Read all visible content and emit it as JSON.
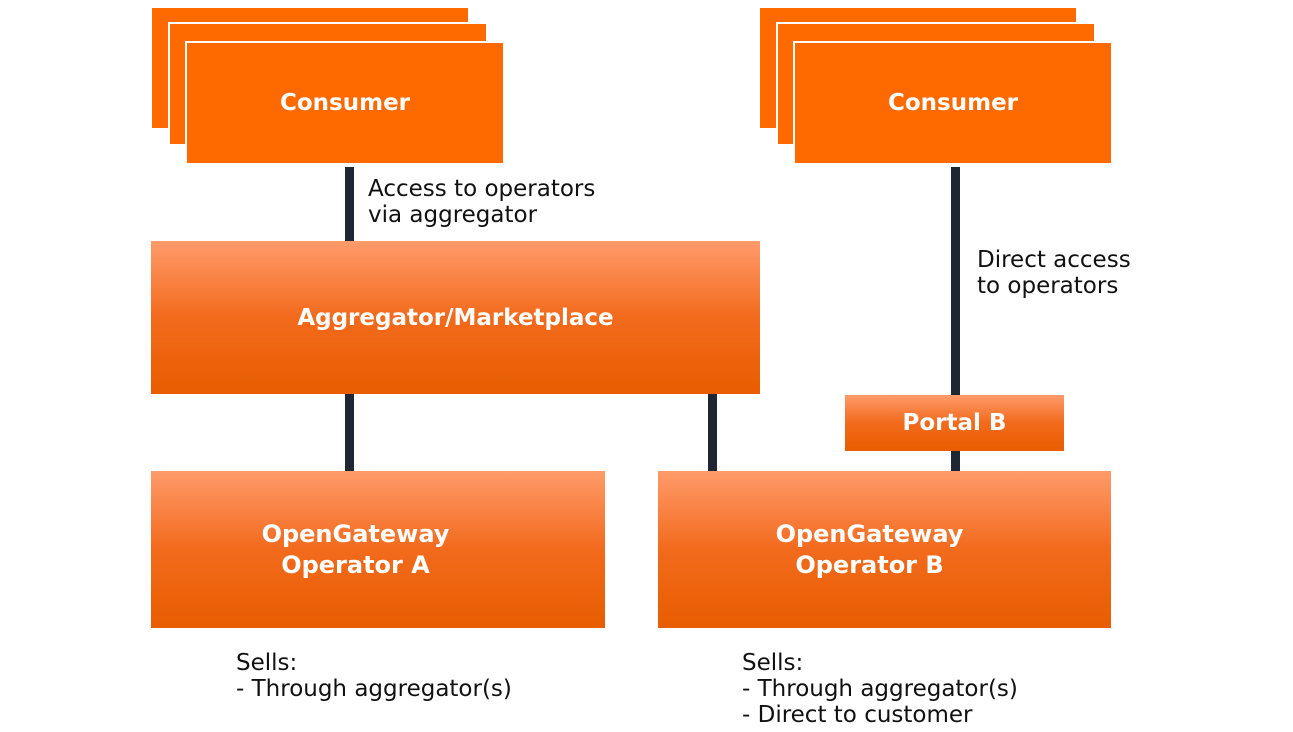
{
  "consumer_left": {
    "label": "Consumer"
  },
  "consumer_right": {
    "label": "Consumer"
  },
  "aggregator": {
    "label": "Aggregator/Marketplace"
  },
  "portal_b": {
    "label": "Portal B"
  },
  "operator_a": {
    "label": "OpenGateway\nOperator A"
  },
  "operator_b": {
    "label": "OpenGateway\nOperator B"
  },
  "annotations": {
    "left_access": "Access to operators\nvia aggregator",
    "right_access": "Direct access\nto operators",
    "operator_a_sells": "Sells:\n- Through aggregator(s)",
    "operator_b_sells": "Sells:\n- Through aggregator(s)\n- Direct to customer"
  },
  "colors": {
    "consumer_fill": "#ff6a00",
    "box_gradient_top": "#ff9b6b",
    "box_gradient_bottom": "#e85d00",
    "connector": "#1f2733"
  }
}
